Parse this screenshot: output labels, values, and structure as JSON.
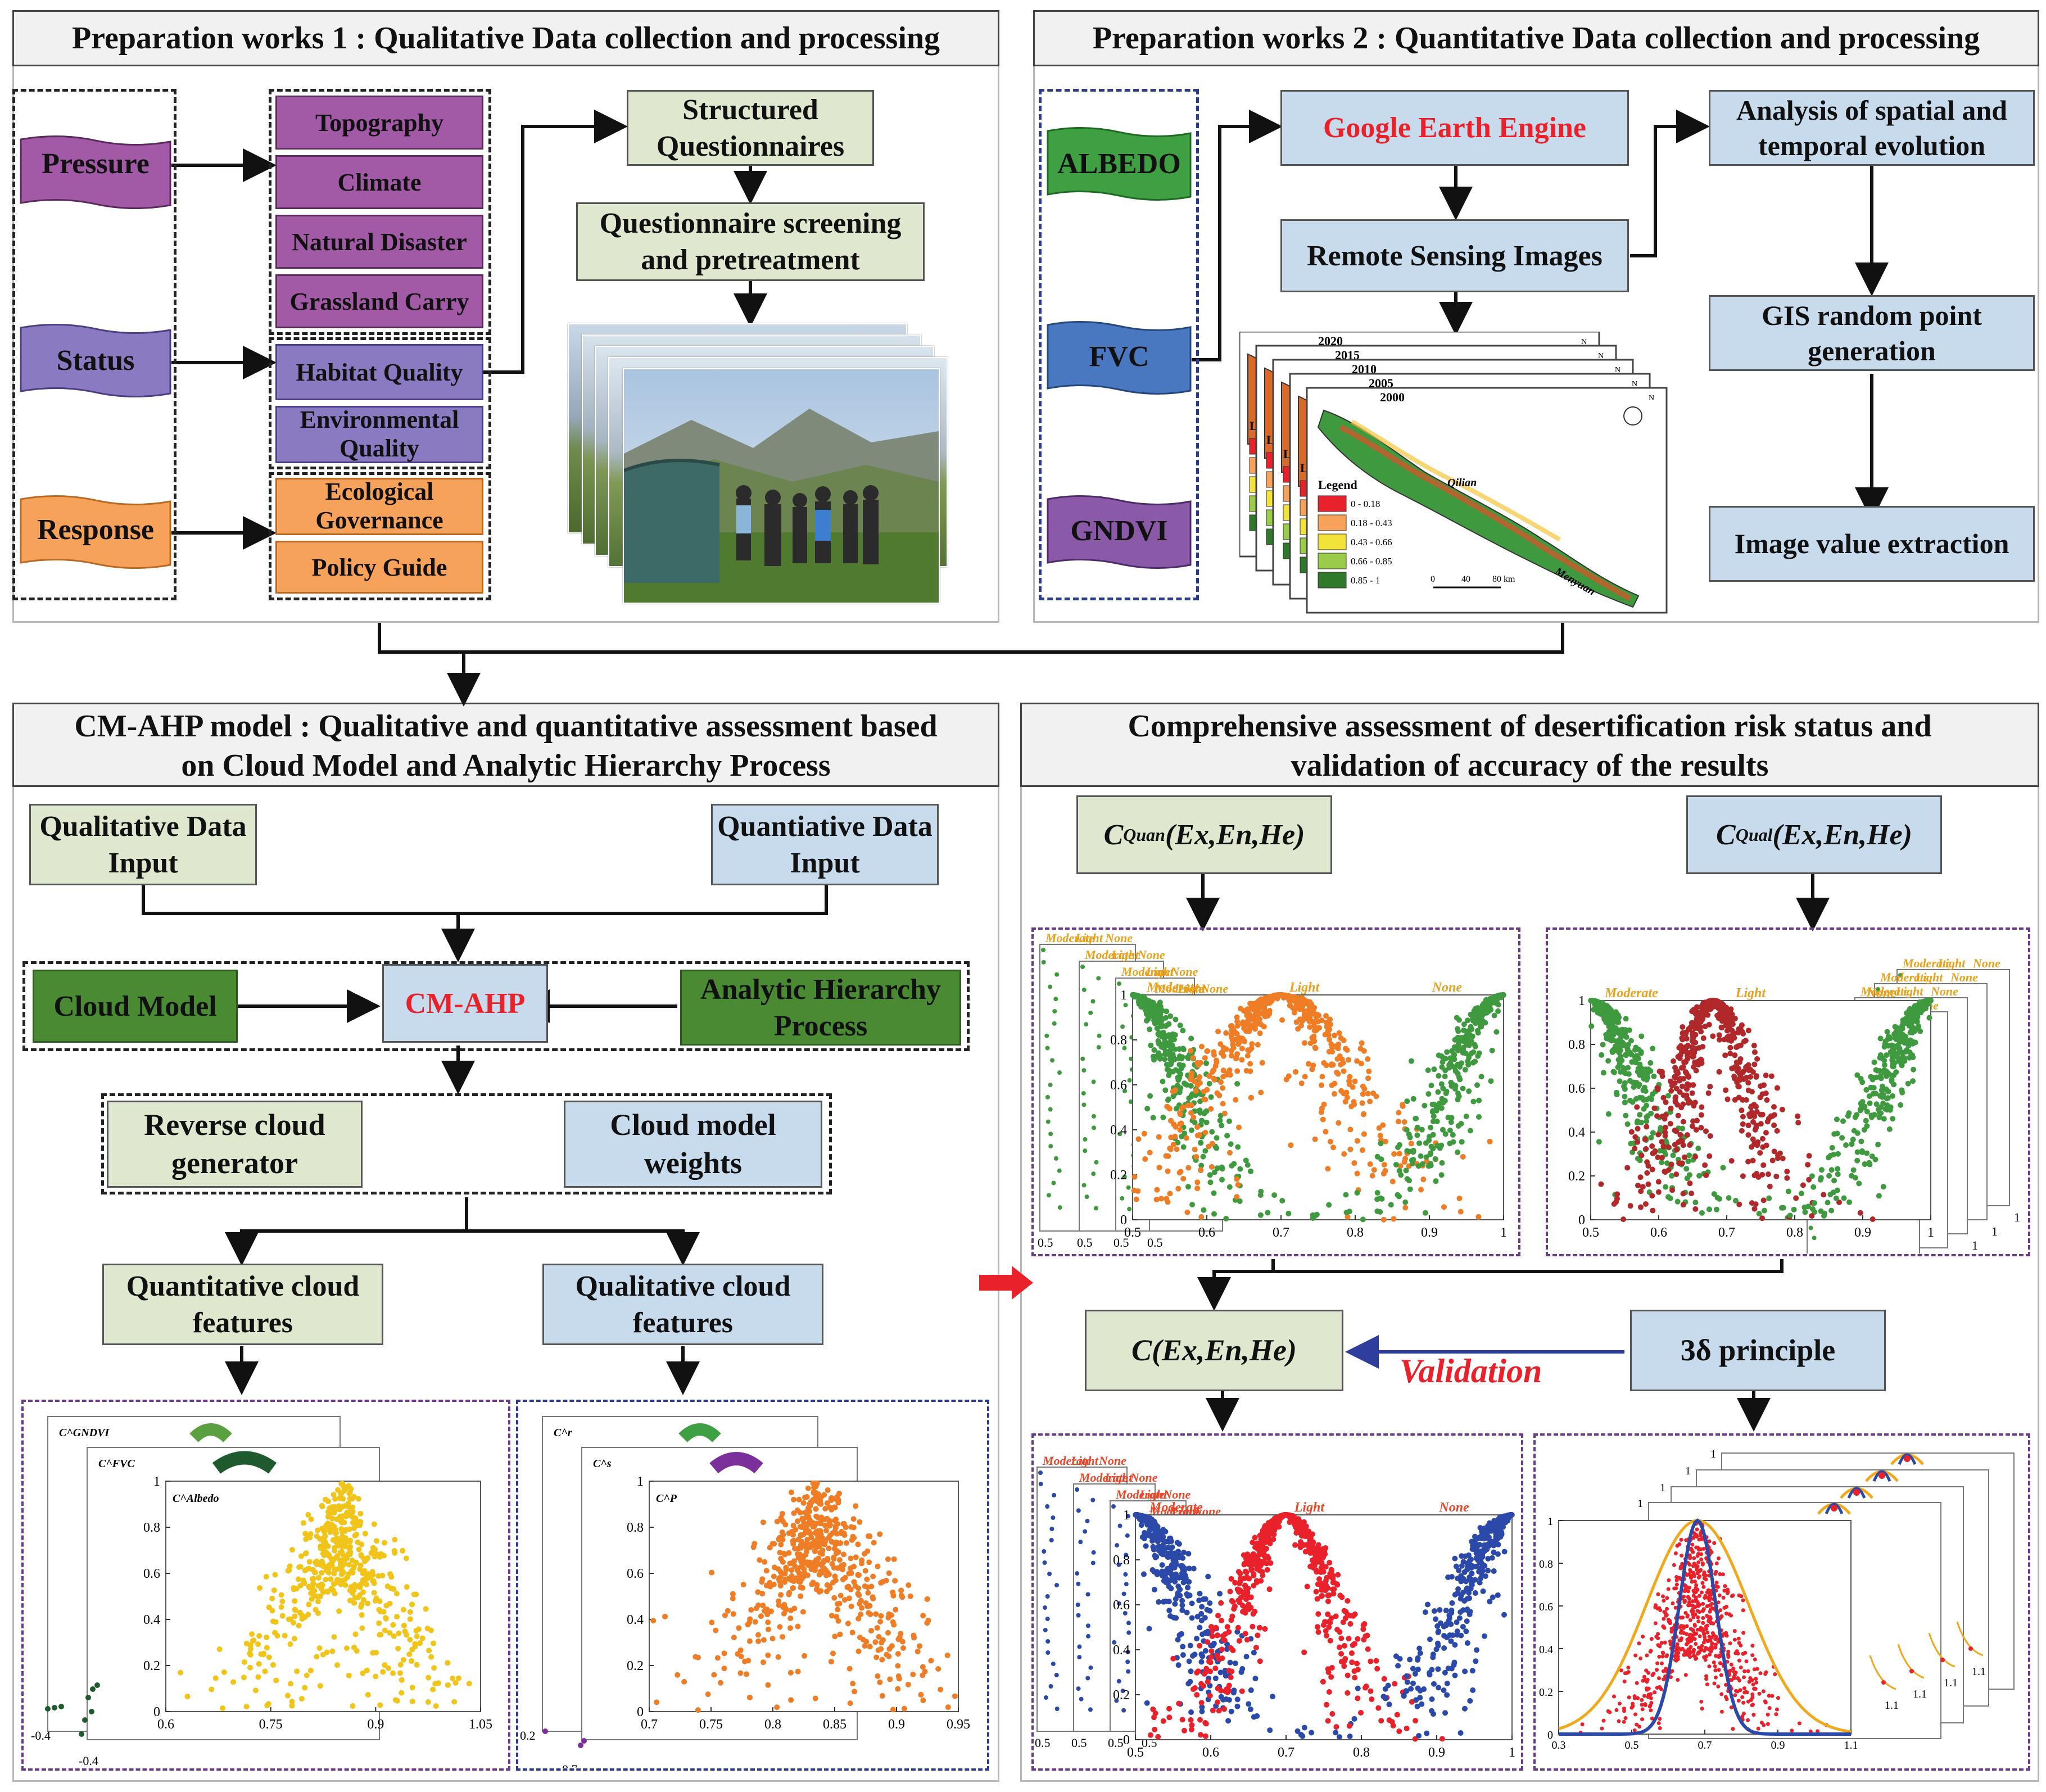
{
  "panels": {
    "prep1_title": "Preparation works 1 : Qualitative Data collection and processing",
    "prep2_title": "Preparation works 2 : Quantitative Data collection and processing",
    "cmahp_title_line1": "CM-AHP model : Qualitative and quantitative assessment based",
    "cmahp_title_line2": "on Cloud Model and Analytic Hierarchy Process",
    "assess_title_line1": "Comprehensive assessment of desertification risk status and",
    "assess_title_line2": "validation of accuracy of the results"
  },
  "prep1": {
    "psr": [
      "Pressure",
      "Status",
      "Response"
    ],
    "factors": [
      "Topography",
      "Climate",
      "Natural Disaster",
      "Grassland Carry",
      "Habitat Quality",
      "Environmental Quality",
      "Ecological Governance",
      "Policy Guide"
    ],
    "questionnaire": "Structured Questionnaires",
    "screening": "Questionnaire screening and pretreatment"
  },
  "prep2": {
    "indices": [
      "ALBEDO",
      "FVC",
      "GNDVI"
    ],
    "gee": "Google Earth Engine",
    "rs": "Remote Sensing Images",
    "analysis": "Analysis of spatial and temporal evolution",
    "gis": "GIS random point generation",
    "extract": "Image value extraction",
    "map_years": [
      "2020",
      "2015",
      "2010",
      "2005",
      "2000"
    ],
    "map_legend_title": "Legend",
    "map_legend_short": "Le",
    "map_legend": [
      "0 - 0.18",
      "0.18 - 0.43",
      "0.43 - 0.66",
      "0.66 - 0.85",
      "0.85 - 1"
    ],
    "map_legend_colors": [
      "#e8212b",
      "#f7a25a",
      "#f2e23a",
      "#9acb4a",
      "#2f7a2a"
    ],
    "map_scale": [
      "0",
      "40",
      "80 km"
    ],
    "map_places": [
      "Qilian",
      "Menyuan"
    ]
  },
  "cmahp": {
    "qual_input": "Qualitative Data Input",
    "quant_input": "Quantiative Data Input",
    "cloud_model": "Cloud Model",
    "cmahp": "CM-AHP",
    "ahp": "Analytic Hierarchy Process",
    "reverse": "Reverse cloud generator",
    "weights": "Cloud model weights",
    "quant_feat": "Quantitative cloud features",
    "qual_feat": "Qualitative cloud features"
  },
  "assess": {
    "c_quan_base": "C",
    "c_quan_sup": "Quan",
    "c_qual_base": "C",
    "c_qual_sup": "Qual",
    "c_args": "(Ex,En,He)",
    "c_final": "C(Ex,En,He)",
    "principle": "3δ principle",
    "validation": "Validation"
  },
  "chart_data": [
    {
      "type": "scatter",
      "name_in_plot": "C^Albedo",
      "layers": [
        "C^GNDVI",
        "C^FVC",
        "C^Albedo"
      ],
      "x_ticks": [
        "0.6",
        "0.75",
        "0.9",
        "1.05"
      ],
      "y_ticks": [
        "0",
        "0.2",
        "0.4",
        "0.6",
        "0.8",
        "1"
      ],
      "back_ticks": [
        "-0.4",
        "-0.4"
      ],
      "xlim": [
        0.6,
        1.05
      ],
      "ylim": [
        0,
        1
      ],
      "ex": 0.85,
      "en": 0.06,
      "color": "#f0c419"
    },
    {
      "type": "scatter",
      "name_in_plot": "C^P",
      "layers": [
        "C^r",
        "C^s",
        "C^P"
      ],
      "x_ticks": [
        "0.7",
        "0.75",
        "0.8",
        "0.85",
        "0.9",
        "0.95"
      ],
      "y_ticks": [
        "0",
        "0.2",
        "0.4",
        "0.6",
        "0.8",
        "1"
      ],
      "back_ticks": [
        "0.2",
        "0.7"
      ],
      "xlim": [
        0.7,
        0.95
      ],
      "ylim": [
        0,
        1
      ],
      "ex": 0.835,
      "en": 0.04,
      "color": "#ee7d26"
    },
    {
      "type": "scatter",
      "name_in_plot": "C^Quan",
      "class_labels": [
        "Moderate",
        "Light",
        "None"
      ],
      "x_ticks": [
        "0.5",
        "0.6",
        "0.7",
        "0.8",
        "0.9",
        "1"
      ],
      "y_ticks": [
        "0",
        "0.2",
        "0.4",
        "0.6",
        "0.8",
        "1"
      ],
      "back_ticks": [
        "0.5",
        "0.5",
        "0.5",
        "0.5"
      ],
      "xlim": [
        0.5,
        1
      ],
      "ylim": [
        0,
        1
      ],
      "colors": [
        "#3f9a3f",
        "#ee7d26",
        "#3f9a3f"
      ]
    },
    {
      "type": "scatter",
      "name_in_plot": "C^Qual",
      "class_labels": [
        "Moderate",
        "Light",
        "None"
      ],
      "x_ticks": [
        "0.5",
        "0.6",
        "0.7",
        "0.8",
        "0.9",
        "1"
      ],
      "y_ticks": [
        "0",
        "0.2",
        "0.4",
        "0.6",
        "0.8",
        "1"
      ],
      "back_ticks": [
        "1",
        "1",
        "1",
        "1",
        "1"
      ],
      "xlim": [
        0.5,
        1
      ],
      "ylim": [
        0,
        1
      ],
      "colors": [
        "#3f9a3f",
        "#b0282a",
        "#3f9a3f"
      ]
    },
    {
      "type": "scatter",
      "name_in_plot": "C(Ex,En,He)",
      "class_labels": [
        "Moderate",
        "Light",
        "None"
      ],
      "x_ticks": [
        "0.5",
        "0.6",
        "0.7",
        "0.8",
        "0.9",
        "1"
      ],
      "y_ticks": [
        "0",
        "0.2",
        "0.4",
        "0.6",
        "0.8",
        "1"
      ],
      "back_ticks": [
        "0.5",
        "0.5",
        "0.5",
        "0.5"
      ],
      "xlim": [
        0.5,
        1
      ],
      "ylim": [
        0,
        1
      ],
      "colors": [
        "#2b49a8",
        "#e8212b",
        "#2b49a8"
      ]
    },
    {
      "type": "scatter",
      "name_in_plot": "3δ",
      "x_ticks": [
        "0.3",
        "0.5",
        "0.7",
        "0.9",
        "1.1"
      ],
      "y_ticks": [
        "0",
        "0.2",
        "0.4",
        "0.6",
        "0.8",
        "1"
      ],
      "back_ticks": [
        "1",
        "1",
        "1",
        "1",
        "1.1",
        "1.1",
        "1.1",
        "1.1"
      ],
      "xlim": [
        0.3,
        1.1
      ],
      "ylim": [
        0,
        1
      ],
      "colors": [
        "#e8212b",
        "#f0a91c",
        "#2b49a8"
      ]
    }
  ]
}
